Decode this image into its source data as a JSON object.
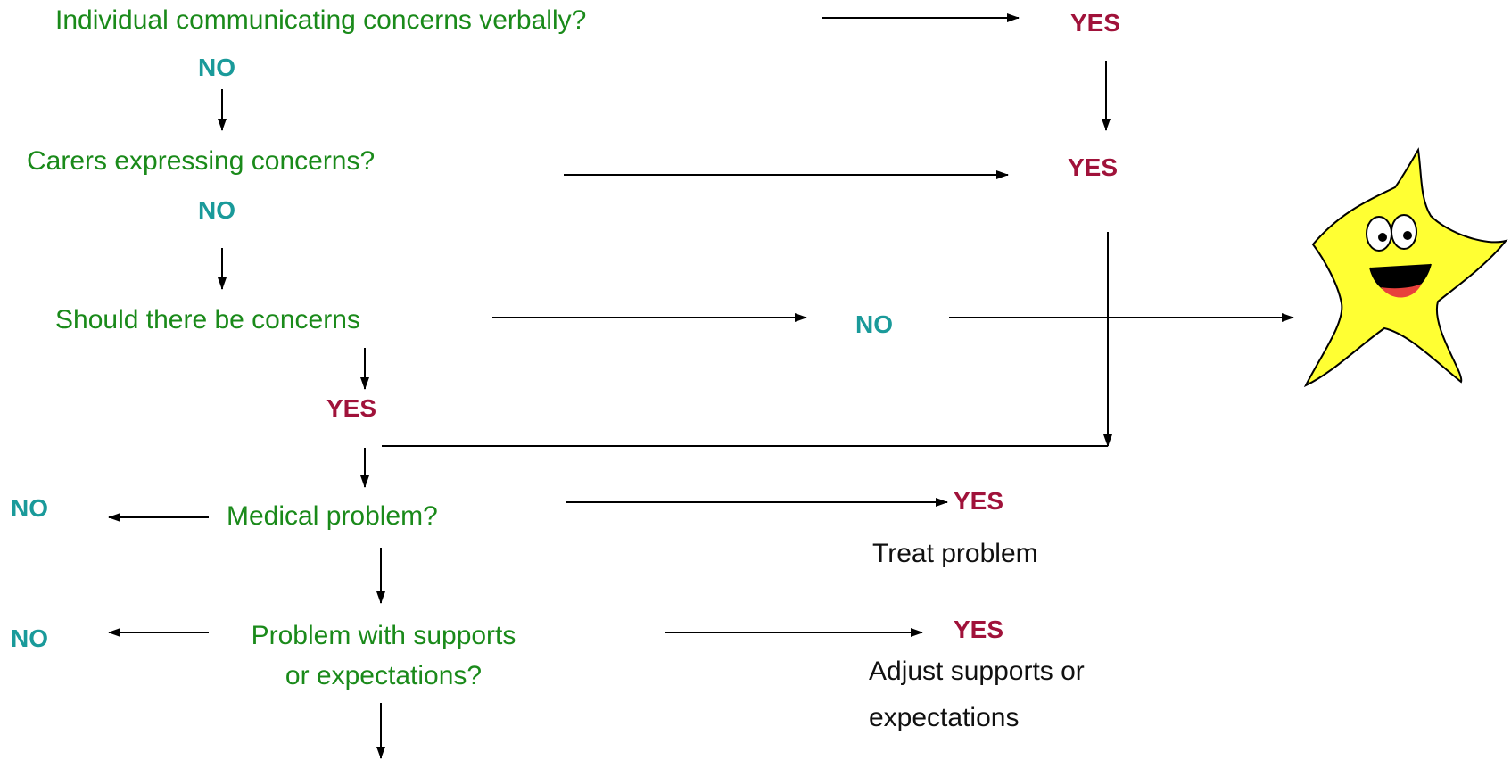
{
  "colors": {
    "question": "#1a8a1a",
    "yes": "#a0123a",
    "no": "#1a9a9a",
    "action": "#111111",
    "arrow": "#000000",
    "star_fill": "#ffff33"
  },
  "questions": {
    "q1": "Individual communicating concerns verbally?",
    "q2": "Carers expressing concerns?",
    "q3": "Should there be concerns",
    "q4": "Medical problem?",
    "q5_line1": "Problem with supports",
    "q5_line2": "or expectations?"
  },
  "answers": {
    "yes": "YES",
    "no": "NO"
  },
  "actions": {
    "treat": "Treat problem",
    "adjust_line1": "Adjust supports or",
    "adjust_line2": "expectations"
  },
  "icons": {
    "star": "smiling-star-icon"
  }
}
